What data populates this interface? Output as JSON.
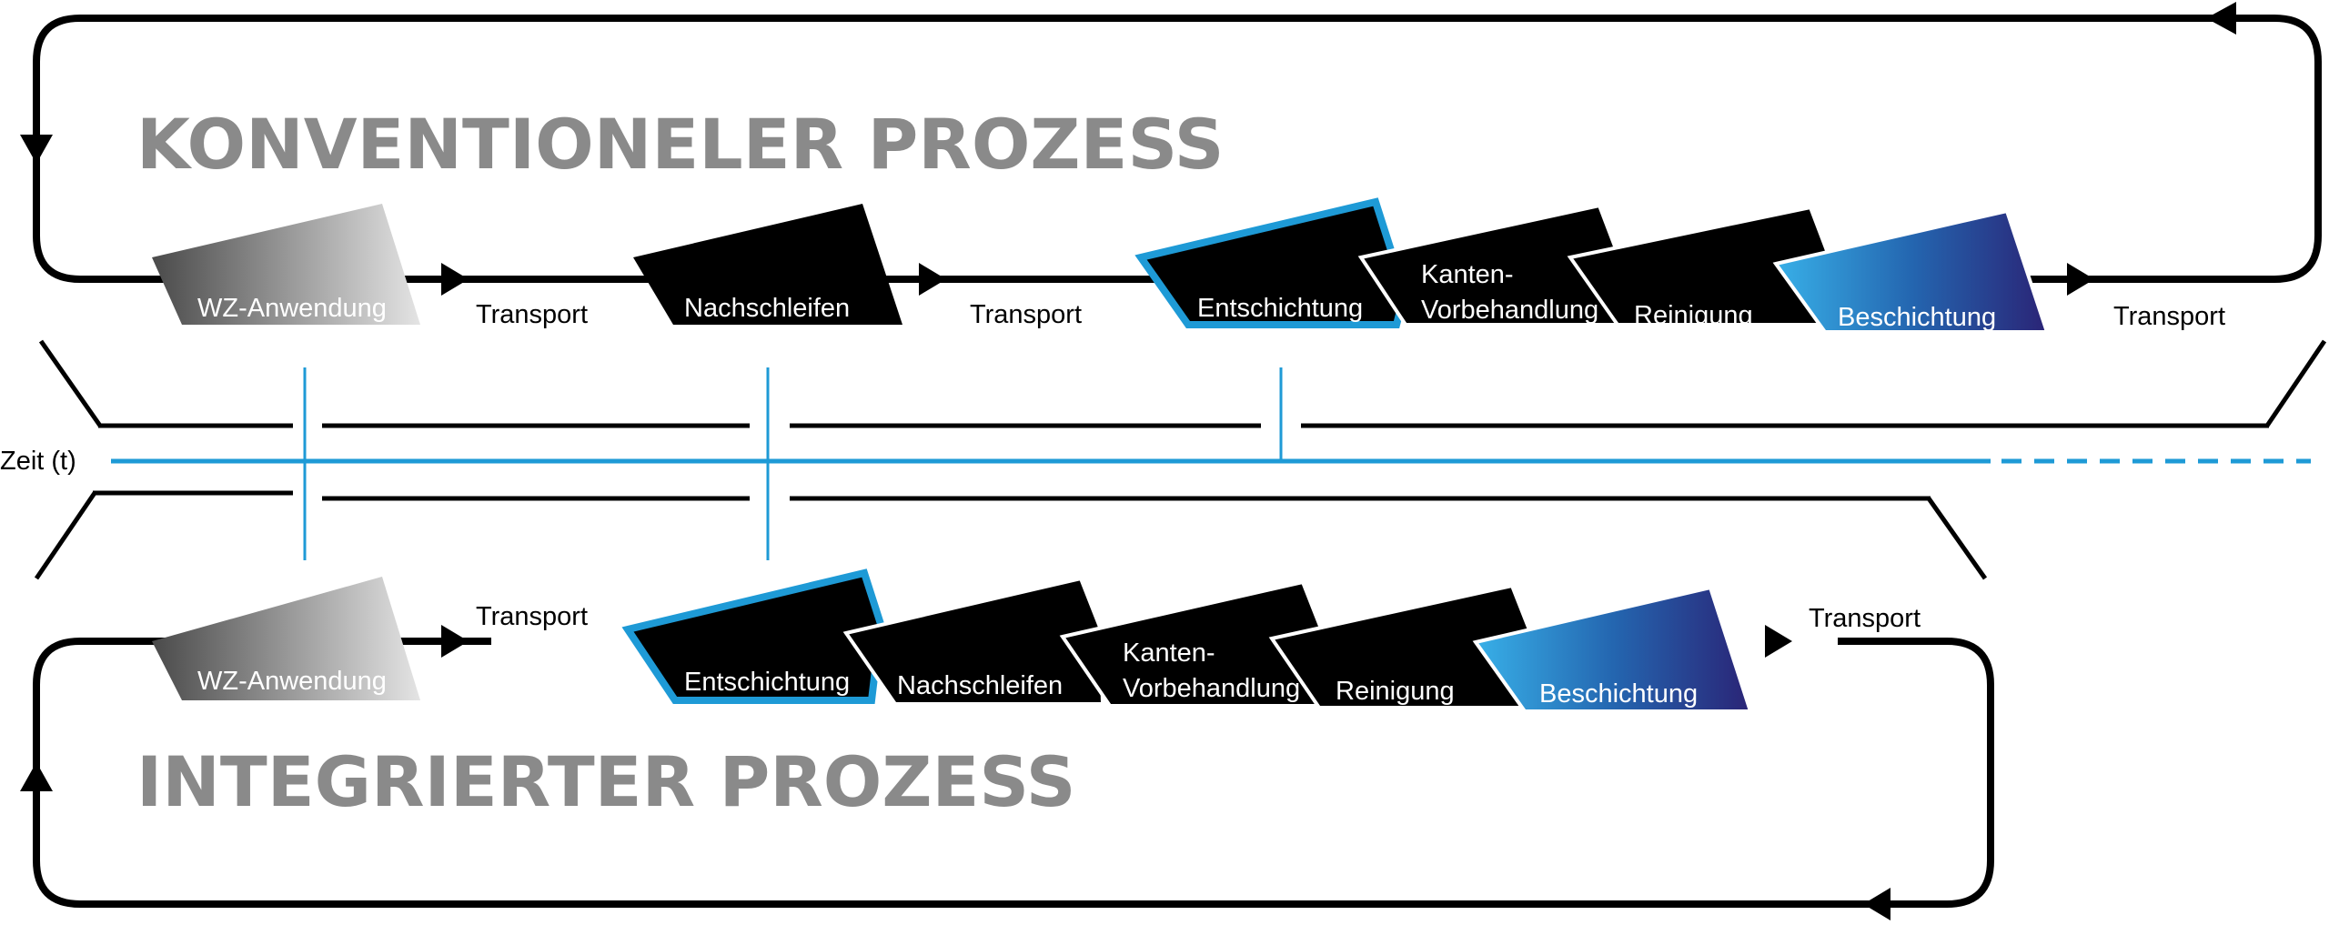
{
  "top": {
    "title": "KONVENTIONELER PROZESS",
    "steps": {
      "wz": "WZ-Anwendung",
      "nachschleifen": "Nachschleifen",
      "entschichtung": "Entschichtung",
      "kanten_1": "Kanten-",
      "kanten_2": "Vorbehandlung",
      "reinigung": "Reinigung",
      "beschichtung": "Beschichtung"
    },
    "transport": [
      "Transport",
      "Transport",
      "Transport"
    ]
  },
  "bottom": {
    "title": "INTEGRIERTER PROZESS",
    "steps": {
      "wz": "WZ-Anwendung",
      "entschichtung": "Entschichtung",
      "nachschleifen": "Nachschleifen",
      "kanten_1": "Kanten-",
      "kanten_2": "Vorbehandlung",
      "reinigung": "Reinigung",
      "beschichtung": "Beschichtung"
    },
    "transport": [
      "Transport",
      "Transport"
    ]
  },
  "timeline": {
    "label": "Zeit (t)"
  },
  "colors": {
    "accent_blue": "#1e9ad6",
    "title_gray": "#8a8a8a",
    "coating_start": "#35a9e0",
    "coating_end": "#2a2a7a",
    "wz_start": "#5a5a5a",
    "wz_end": "#e0e0e0"
  }
}
